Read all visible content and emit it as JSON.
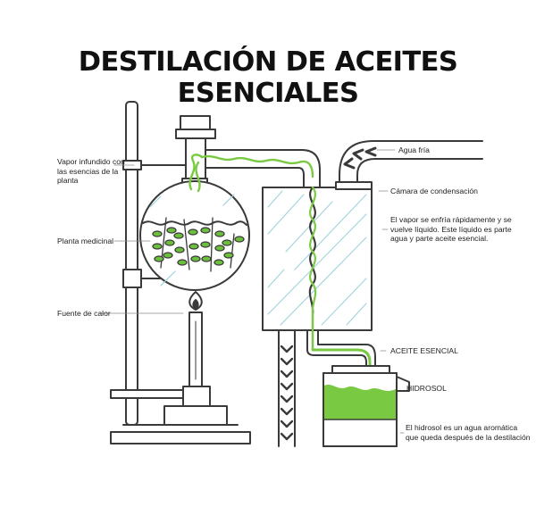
{
  "title": "DESTILACIÓN DE ACEITES ESENCIALES",
  "labels": {
    "vapor": "Vapor infundido con las esencias de la planta",
    "planta": "Planta medicinal",
    "fuente": "Fuente de calor",
    "agua": "Agua fría",
    "camara": "Cámara de condensación",
    "enfria": "El vapor se enfría rápidamente y se vuelve líquido. Este líquido es parte agua y parte aceite esencial.",
    "aceite": "ACEITE ESENCIAL",
    "hidrosol": "HIDROSOL",
    "hidrosol_desc": "El hidrosol es un agua aromática que queda después de la destilación"
  },
  "colors": {
    "line": "#3a3a3a",
    "green": "#7ac943",
    "glass": "#9fd3dc",
    "leaf": "#6cbf3c"
  }
}
